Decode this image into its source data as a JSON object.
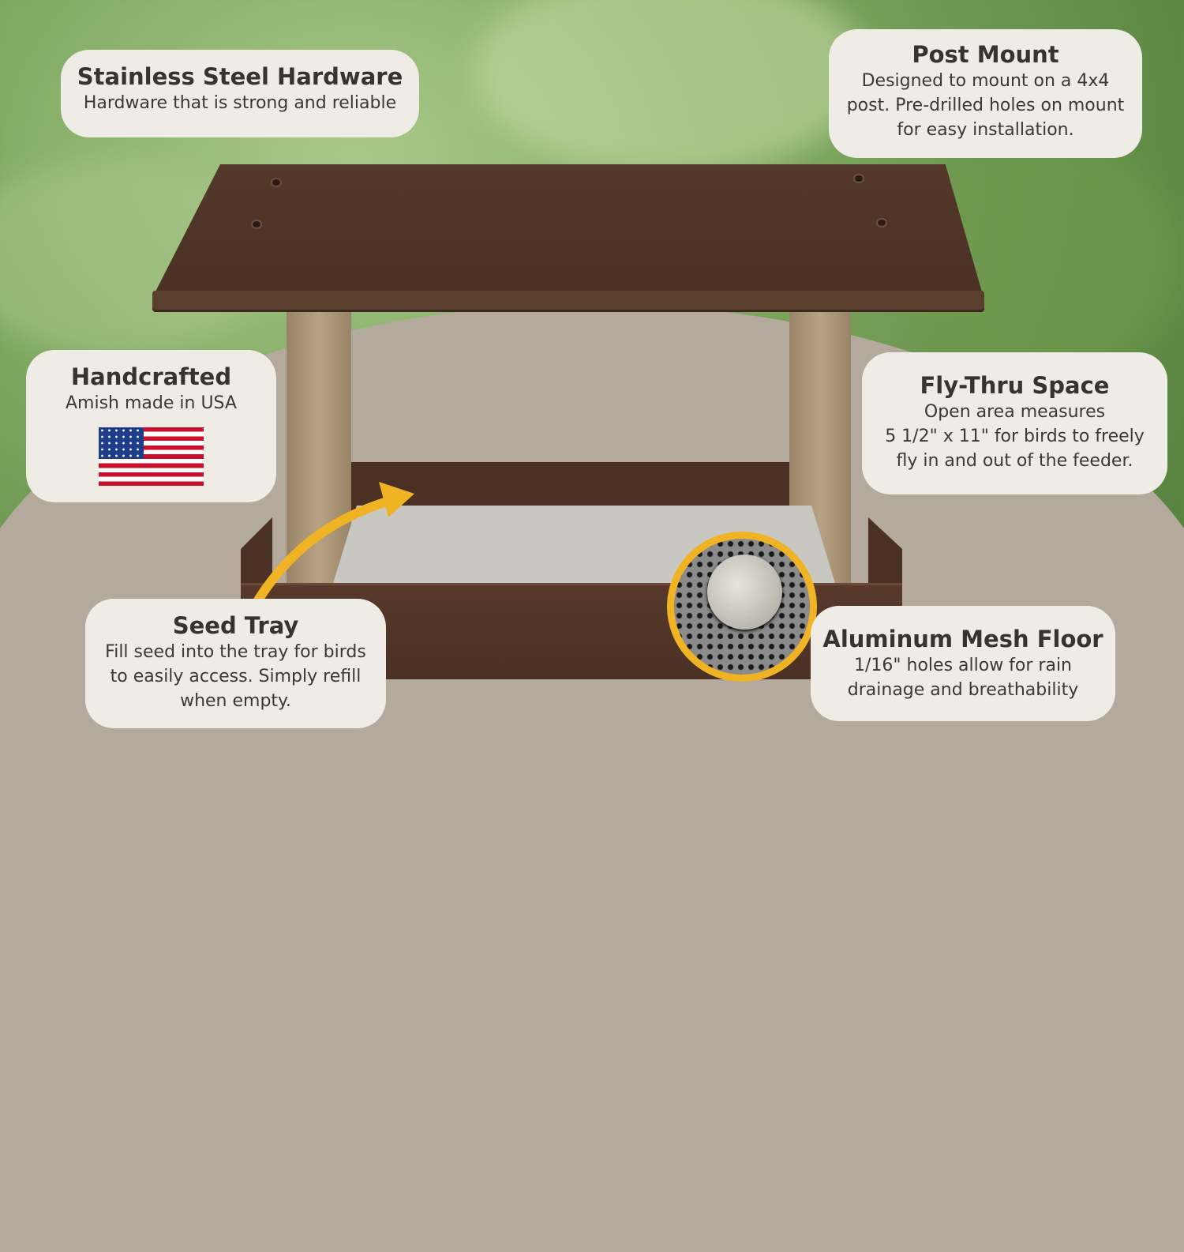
{
  "callouts": {
    "hardware": {
      "title": "Stainless Steel Hardware",
      "body": "Hardware that is strong and reliable"
    },
    "post_mount": {
      "title": "Post Mount",
      "lines": [
        "Designed to mount on a 4x4",
        "post. Pre-drilled holes on mount",
        "for easy installation."
      ]
    },
    "handcrafted": {
      "title": "Handcrafted",
      "body": "Amish made in USA"
    },
    "fly_thru": {
      "title": "Fly-Thru Space",
      "lines": [
        "Open area measures",
        "5 1/2\" x 11\" for birds to freely",
        "fly in and out of the feeder."
      ]
    },
    "seed_tray": {
      "title": "Seed Tray",
      "lines": [
        "Fill seed into the tray for birds",
        "to easily access. Simply refill",
        "when empty."
      ]
    },
    "mesh_floor": {
      "title": "Aluminum Mesh Floor",
      "lines": [
        "1/16\" holes allow for rain",
        "drainage and breathability"
      ]
    }
  },
  "colors": {
    "accent": "#f0b323",
    "card": "#efebe5",
    "brown": "#4a3124",
    "backdrop": "#b3aa9d"
  }
}
